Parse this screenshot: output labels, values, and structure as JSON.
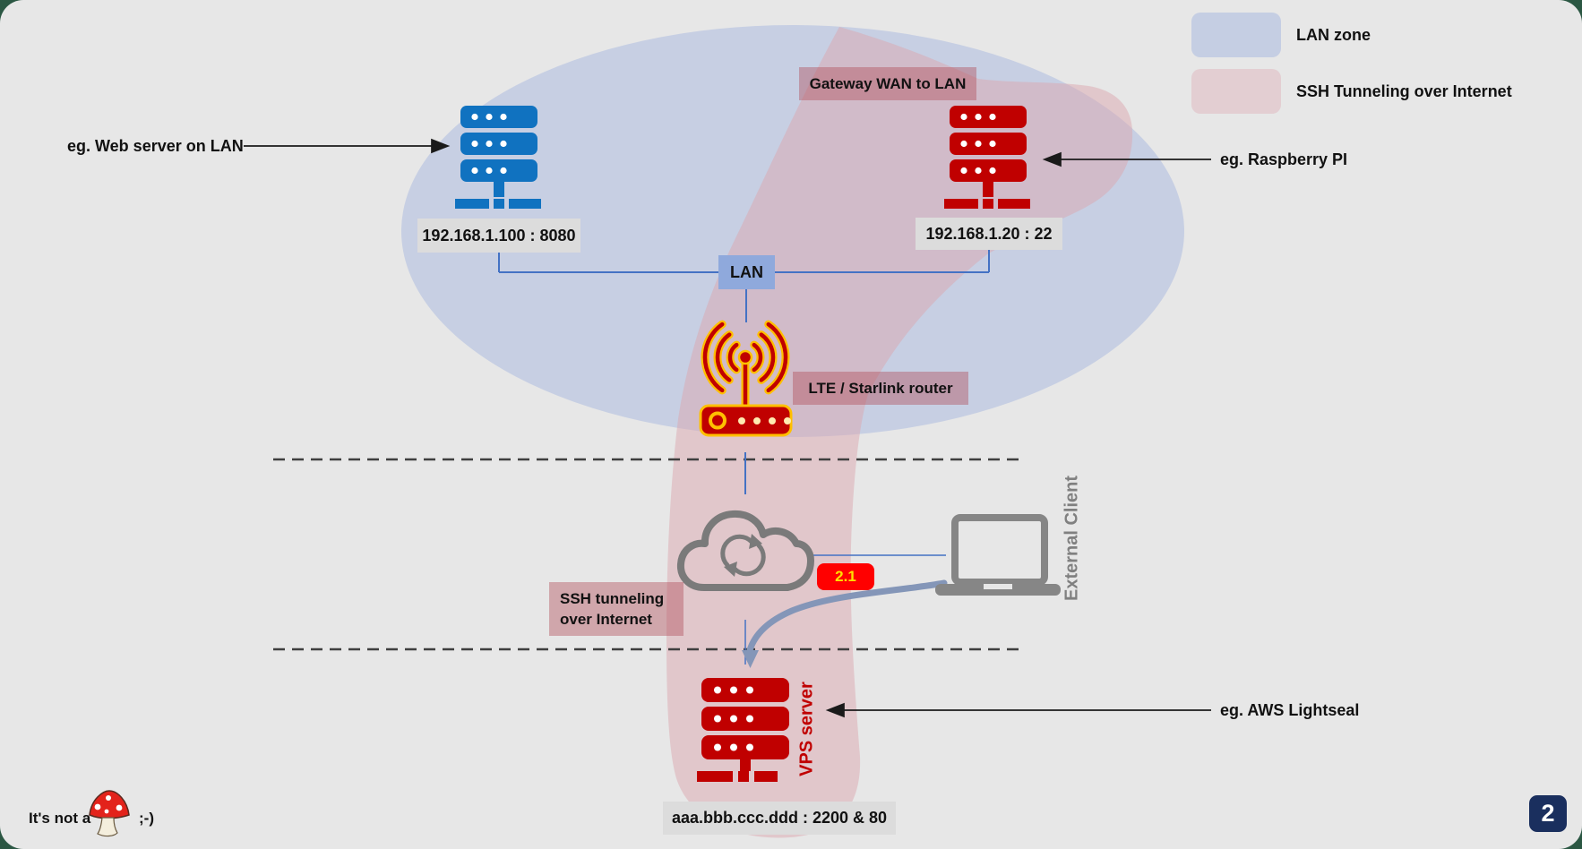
{
  "legend": {
    "lan_label": "LAN zone",
    "ssh_label": "SSH Tunneling over Internet"
  },
  "annotations": {
    "web_server": "eg. Web server on LAN",
    "raspberry": "eg. Raspberry PI",
    "aws": "eg. AWS Lightseal"
  },
  "labels": {
    "gateway": "Gateway WAN to LAN",
    "lan": "LAN",
    "lte_router": "LTE / Starlink router",
    "ssh_tunnel_line1": "SSH tunneling",
    "ssh_tunnel_line2": "over Internet",
    "external_client": "External Client",
    "vps_server": "VPS server",
    "step": "2.1",
    "page_number": "2",
    "note_prefix": "It's not a",
    "note_suffix": ";-)"
  },
  "addresses": {
    "web_server": "192.168.1.100 : 8080",
    "gateway": "192.168.1.20 : 22",
    "vps": "aaa.bbb.ccc.ddd : 2200 & 80"
  },
  "colors": {
    "lan_zone": "#c7cfe3",
    "ssh_tunnel": "#dba8b0",
    "blue_server": "#1072c0",
    "red": "#c00000",
    "router_outline": "#ffc000",
    "connector_blue": "#4472c4",
    "gray_icon": "#7a7a7a",
    "curve_arrow": "#8496b8",
    "step_badge_bg": "#ff0000",
    "step_badge_text": "#ffe000",
    "page_badge_bg": "#1a2f5e",
    "frame": "#2b5743",
    "background": "#e7e7e7"
  }
}
